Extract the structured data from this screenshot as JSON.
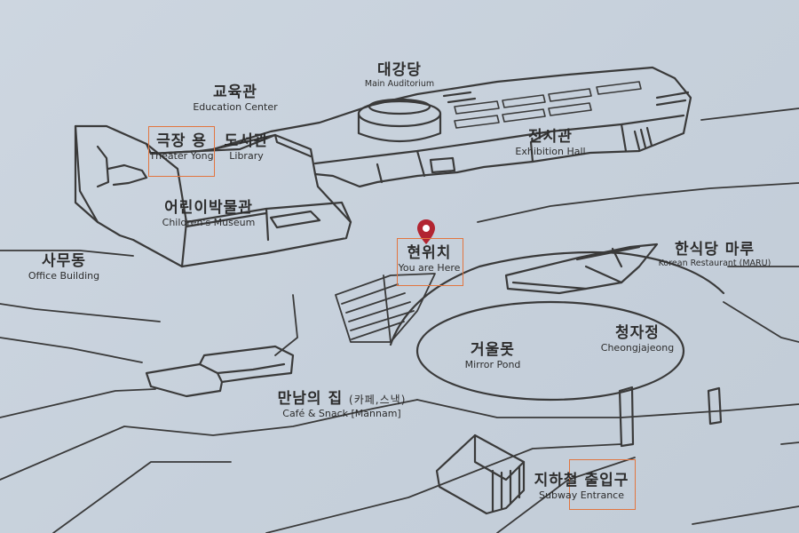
{
  "map": {
    "accent_color": "#e2753f",
    "pin_color": "#b22531",
    "line_color": "#3a3a3a",
    "labels": {
      "main_auditorium": {
        "ko": "대강당",
        "en": "Main Auditorium"
      },
      "education_center": {
        "ko": "교육관",
        "en": "Education Center"
      },
      "theater_yong": {
        "ko": "극장 용",
        "en": "Theater Yong"
      },
      "library": {
        "ko": "도서관",
        "en": "Library"
      },
      "exhibition_hall": {
        "ko": "전시관",
        "en": "Exhibition Hall"
      },
      "childrens_museum": {
        "ko": "어린이박물관",
        "en": "Children's Museum"
      },
      "you_are_here": {
        "ko": "현위치",
        "en": "You are Here"
      },
      "office_building": {
        "ko": "사무동",
        "en": "Office Building"
      },
      "korean_restaurant": {
        "ko": "한식당 마루",
        "en": "Korean Restaurant (MARU)"
      },
      "mirror_pond": {
        "ko": "거울못",
        "en": "Mirror Pond"
      },
      "cheongjajeong": {
        "ko": "청자정",
        "en": "Cheongjajeong"
      },
      "cafe_snack": {
        "ko": "만남의 집",
        "ko_suffix": "(카페,스낵)",
        "en": "Café & Snack [Mannam]"
      },
      "subway_entrance": {
        "ko": "지하철 출입구",
        "en": "Subway Entrance"
      }
    },
    "icons": [
      "location-pin-icon"
    ]
  }
}
